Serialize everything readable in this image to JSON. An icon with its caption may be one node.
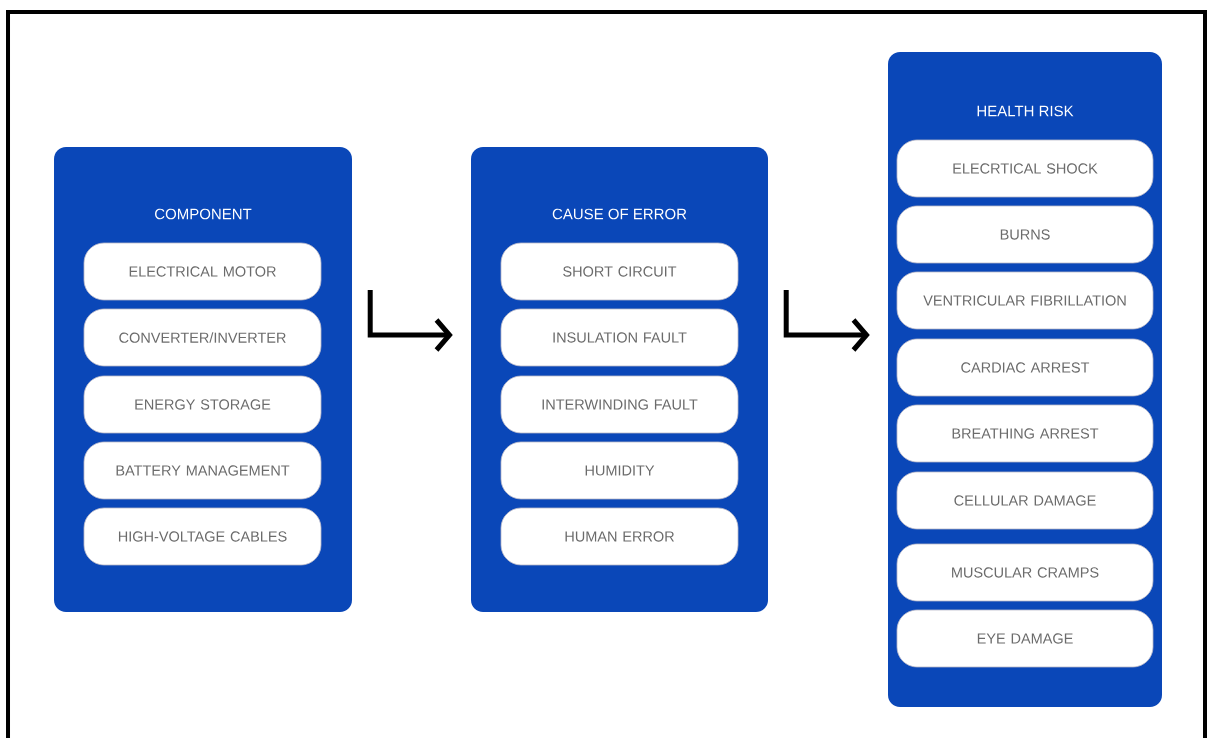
{
  "diagram": {
    "nodes": [
      {
        "text": [
          "COMPONENT"
        ]
      },
      {
        "text": [
          "ELECTRICAL MOTOR"
        ],
        "in": 0
      },
      {
        "text": [
          "CONVERTER/INVERTER"
        ],
        "in": 0
      },
      {
        "text": [
          "ENERGY STORAGE"
        ],
        "in": 0
      },
      {
        "text": [
          "BATTERY MANAGEMENT"
        ],
        "in": 0
      },
      {
        "text": [
          "HIGH-VOLTAGE CABLES"
        ],
        "in": 0
      },
      {
        "text": [
          "CAUSE OF ERROR"
        ]
      },
      {
        "text": [
          "SHORT CIRCUIT"
        ],
        "in": 6
      },
      {
        "text": [
          "INSULATION FAULT"
        ],
        "in": 6
      },
      {
        "text": [
          "INTERWINDING FAULT"
        ],
        "in": 6
      },
      {
        "text": [
          "HUMIDITY"
        ],
        "in": 6
      },
      {
        "text": [
          "HUMAN ERROR"
        ],
        "in": 6
      },
      {
        "text": [
          "HEALTH RISK"
        ]
      },
      {
        "text": [
          "ELECRTICAL SHOCK"
        ],
        "in": 12
      },
      {
        "text": [
          "BURNS"
        ],
        "in": 12
      },
      {
        "text": [
          "VENTRICULAR FIBRILLATION"
        ],
        "in": 12
      },
      {
        "text": [
          "CARDIAC ARREST"
        ],
        "in": 12
      },
      {
        "text": [
          "BREATHING ARREST"
        ],
        "in": 12
      },
      {
        "text": [
          "CELLULAR DAMAGE"
        ],
        "in": 12
      },
      {
        "text": [
          "MUSCULAR CRAMPS"
        ],
        "in": 12
      },
      {
        "text": [
          "EYE DAMAGE"
        ],
        "in": 12
      }
    ],
    "edges": [
      {
        "from": 0,
        "to": 6,
        "arrow": "to"
      },
      {
        "from": 6,
        "to": 12,
        "arrow": "to"
      }
    ]
  }
}
